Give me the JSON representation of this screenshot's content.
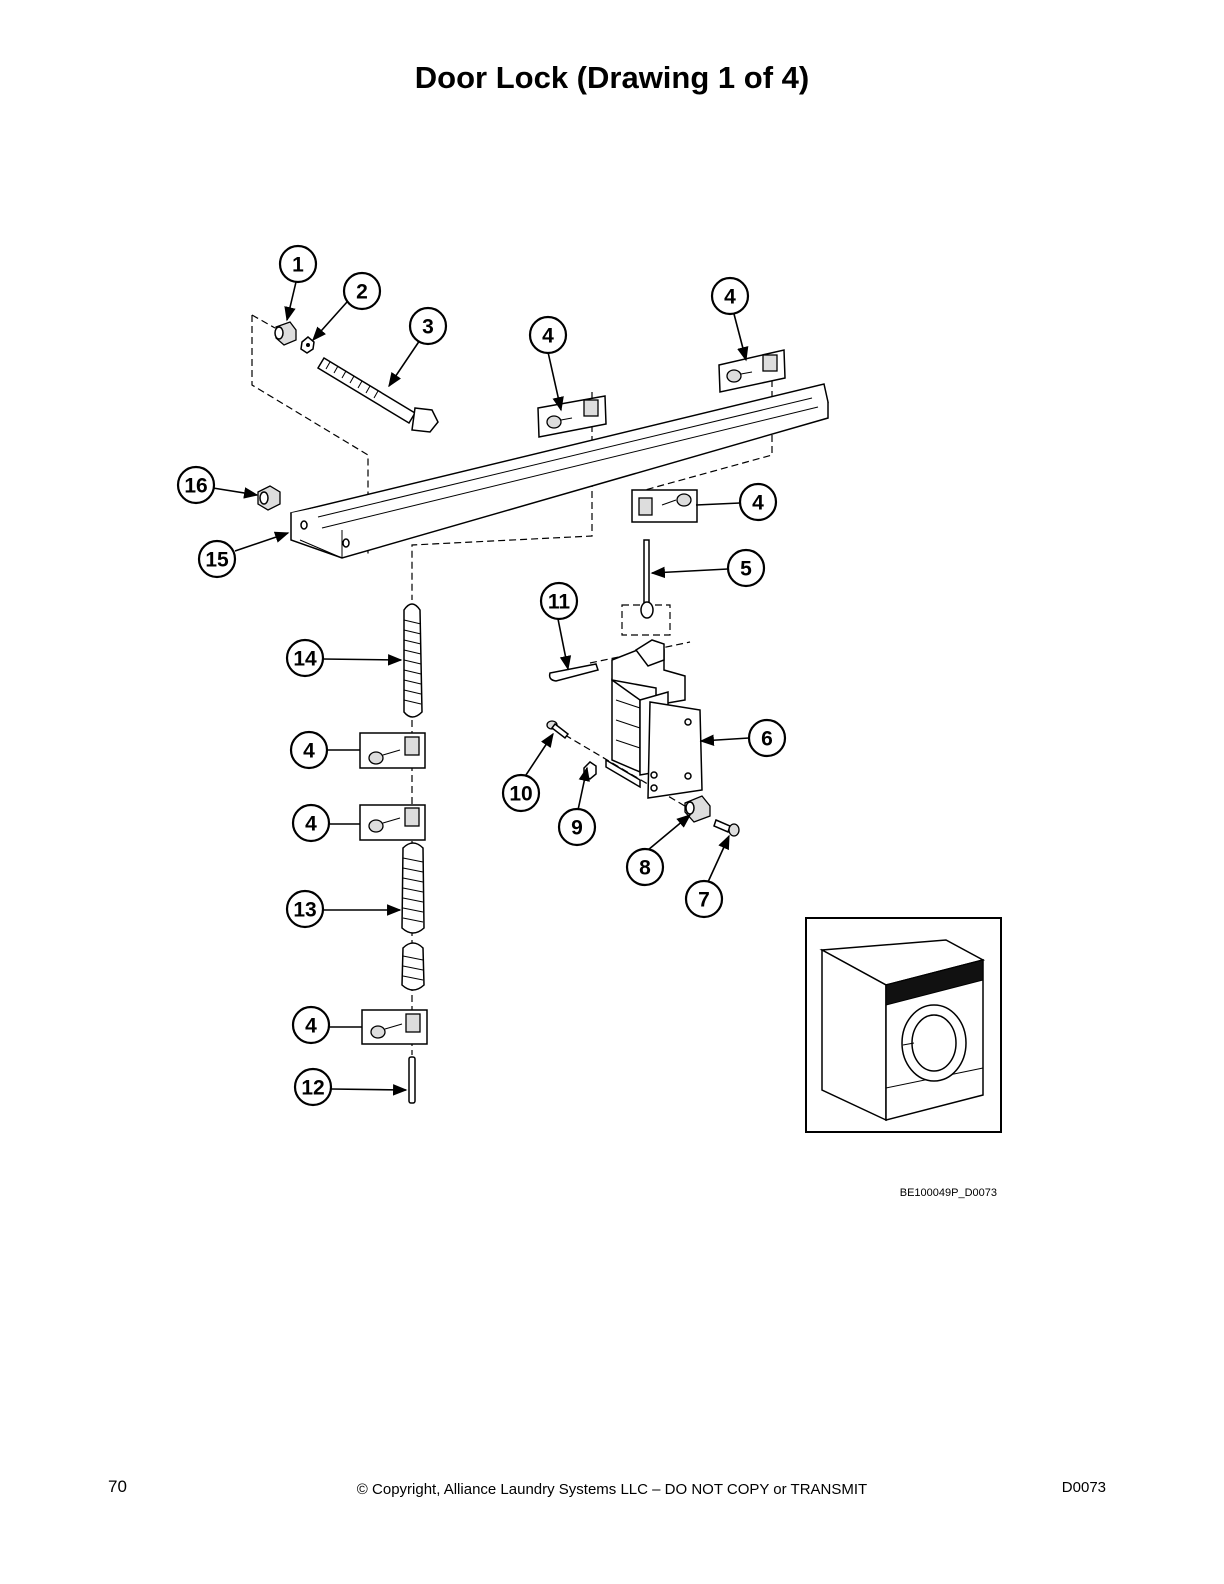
{
  "page": {
    "title": "Door Lock (Drawing 1 of 4)",
    "drawing_ref": "BE100049P_D0073",
    "page_number": "70",
    "copyright": "© Copyright, Alliance Laundry Systems LLC – DO NOT COPY or TRANSMIT",
    "doc_code": "D0073"
  },
  "callouts": {
    "c1": "1",
    "c2": "2",
    "c3": "3",
    "c4a": "4",
    "c4b": "4",
    "c4c": "4",
    "c4d": "4",
    "c4e": "4",
    "c4f": "4",
    "c5": "5",
    "c6": "6",
    "c7": "7",
    "c8": "8",
    "c9": "9",
    "c10": "10",
    "c11": "11",
    "c12": "12",
    "c13": "13",
    "c14": "14",
    "c15": "15",
    "c16": "16"
  }
}
